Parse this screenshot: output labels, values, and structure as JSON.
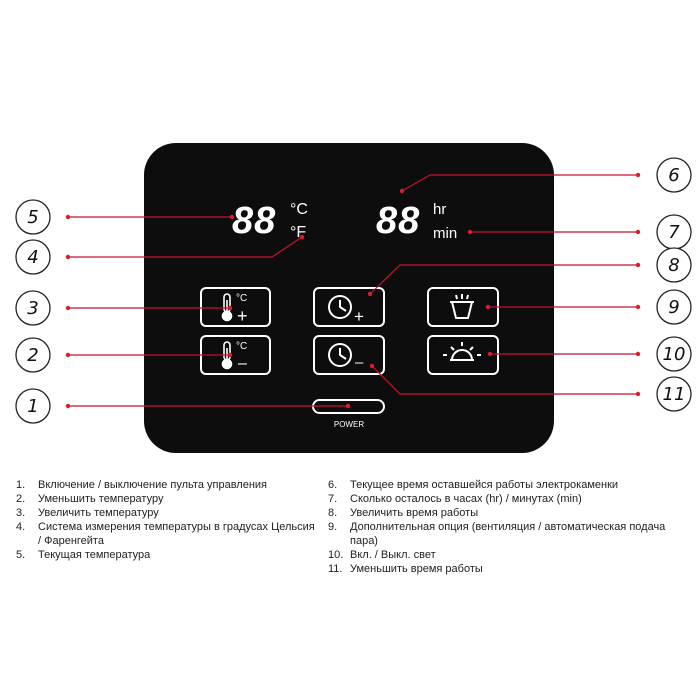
{
  "panel": {
    "temp_display": "88",
    "unit_celsius": "°C",
    "unit_fahrenheit": "°F",
    "time_display": "88",
    "unit_hours": "hr",
    "unit_minutes": "min",
    "btn_temp_up_unit": "°C",
    "btn_temp_up_sign": "+",
    "btn_temp_down_unit": "°C",
    "btn_temp_down_sign": "–",
    "btn_time_up_sign": "+",
    "btn_time_down_sign": "–",
    "power_label": "POWER"
  },
  "callouts": [
    "1",
    "2",
    "3",
    "4",
    "5",
    "6",
    "7",
    "8",
    "9",
    "10",
    "11"
  ],
  "legend": {
    "left": [
      {
        "num": "1.",
        "text": "Включение / выключение пульта управления"
      },
      {
        "num": "2.",
        "text": "Уменьшить температуру"
      },
      {
        "num": "3.",
        "text": "Увеличить температуру"
      },
      {
        "num": "4.",
        "text": "Система измерения температуры в градусах Цельсия / Фаренгейта"
      },
      {
        "num": "5.",
        "text": "Текущая температура"
      }
    ],
    "right": [
      {
        "num": "6.",
        "text": "Текущее время оставшейся работы электрокаменки"
      },
      {
        "num": "7.",
        "text": "Сколько осталось в часах (hr) / минутах (min)"
      },
      {
        "num": "8.",
        "text": "Увеличить время работы"
      },
      {
        "num": "9.",
        "text": "Дополнительная опция (вентиляция / автоматическая подача пара)"
      },
      {
        "num": "10.",
        "text": "Вкл. / Выкл. свет"
      },
      {
        "num": "11.",
        "text": "Уменьшить время работы"
      }
    ]
  },
  "colors": {
    "panel": "#0d0d0d",
    "accent": "#d81e2a",
    "line": "#c8102e",
    "text_on_panel": "#ffffff"
  },
  "icons": {
    "temp_up": "thermometer-icon",
    "temp_down": "thermometer-icon",
    "time_up": "clock-icon",
    "time_down": "clock-icon",
    "option": "steam-cup-icon",
    "light": "lamp-icon"
  }
}
